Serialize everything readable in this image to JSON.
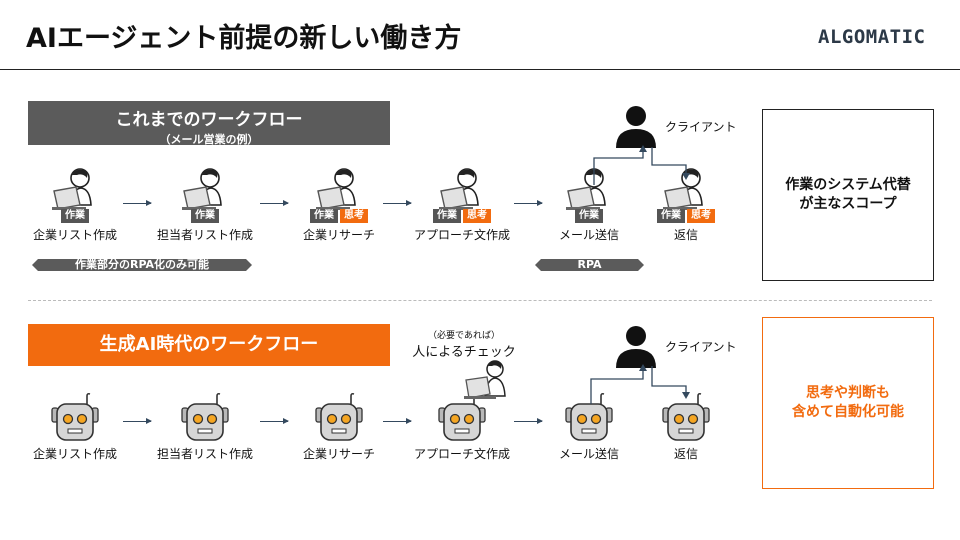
{
  "header": {
    "title": "AIエージェント前提の新しい働き方",
    "brand": "ALGOMATIC"
  },
  "old_flow": {
    "banner_title": "これまでのワークフロー",
    "banner_subtitle": "（メール営業の例）",
    "steps": [
      {
        "label": "企業リスト作成",
        "tags": [
          "作業"
        ]
      },
      {
        "label": "担当者リスト作成",
        "tags": [
          "作業"
        ]
      },
      {
        "label": "企業リサーチ",
        "tags": [
          "作業",
          "思考"
        ]
      },
      {
        "label": "アプローチ文作成",
        "tags": [
          "作業",
          "思考"
        ]
      },
      {
        "label": "メール送信",
        "tags": [
          "作業"
        ]
      },
      {
        "label": "返信",
        "tags": [
          "作業",
          "思考"
        ]
      }
    ],
    "client_label": "クライアント",
    "rpa_range_label": "作業部分のRPA化のみ可能",
    "rpa_label": "RPA",
    "scope_box": [
      "作業のシステム代替",
      "が主なスコープ"
    ]
  },
  "new_flow": {
    "banner_title": "生成AI時代のワークフロー",
    "steps": [
      {
        "label": "企業リスト作成"
      },
      {
        "label": "担当者リスト作成"
      },
      {
        "label": "企業リサーチ"
      },
      {
        "label": "アプローチ文作成"
      },
      {
        "label": "メール送信"
      },
      {
        "label": "返信"
      }
    ],
    "check_note_small": "（必要であれば）",
    "check_note": "人によるチェック",
    "client_label": "クライアント",
    "scope_box": [
      "思考や判断も",
      "含めて自動化可能"
    ]
  },
  "colors": {
    "accent": "#f26b0f",
    "dark": "#5b5b5b",
    "arrow": "#34495e"
  },
  "icons": {
    "worker": "person-at-laptop-icon",
    "robot": "robot-icon",
    "client": "client-person-icon"
  }
}
